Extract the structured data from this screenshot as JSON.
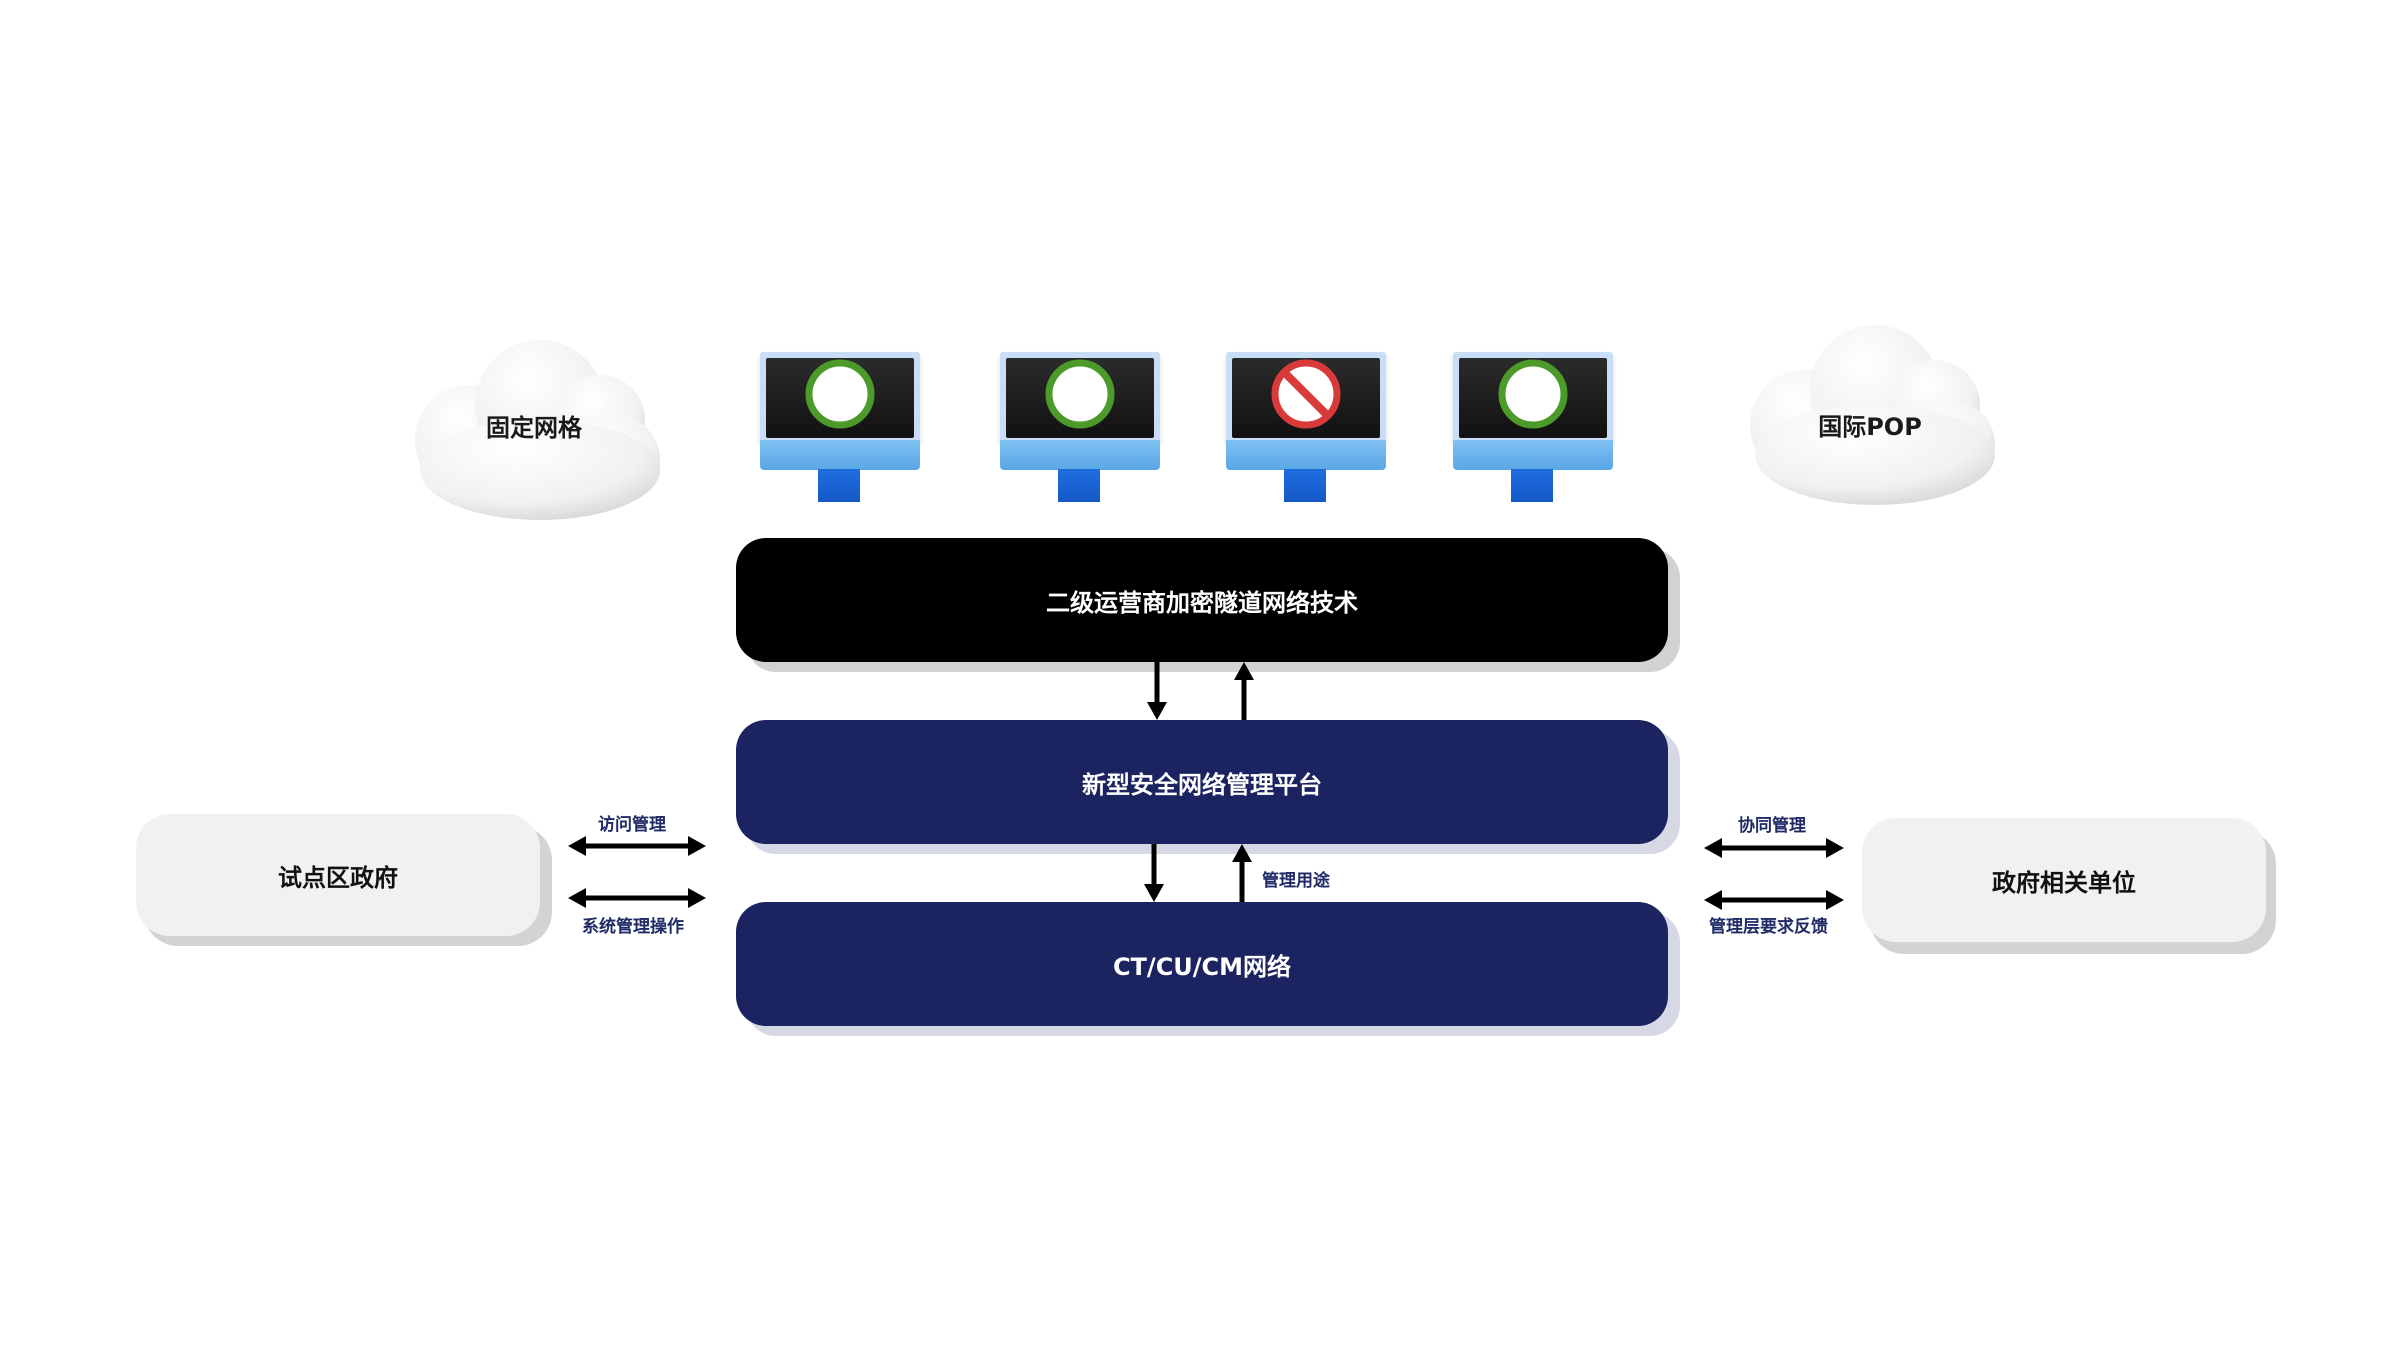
{
  "clouds": {
    "left_label": "固定网格",
    "right_label": "国际POP"
  },
  "monitors": [
    {
      "status": "ok"
    },
    {
      "status": "ok"
    },
    {
      "status": "blocked"
    },
    {
      "status": "ok"
    }
  ],
  "layers": {
    "tunnel": "二级运营商加密隧道网络技术",
    "platform": "新型安全网络管理平台",
    "network": "CT/CU/CM网络"
  },
  "left_entity": {
    "label": "试点区政府",
    "arrow_top": "访问管理",
    "arrow_bottom": "系统管理操作"
  },
  "right_entity": {
    "label": "政府相关单位",
    "arrow_top": "协同管理",
    "arrow_bottom": "管理层要求反馈"
  },
  "center_link": {
    "label": "管理用途"
  },
  "colors": {
    "tunnel_bg": "#000000",
    "platform_bg": "#1b2361",
    "network_bg": "#1b2361",
    "ok_ring": "#4c9a2a",
    "blocked_ring": "#d83a3a"
  }
}
